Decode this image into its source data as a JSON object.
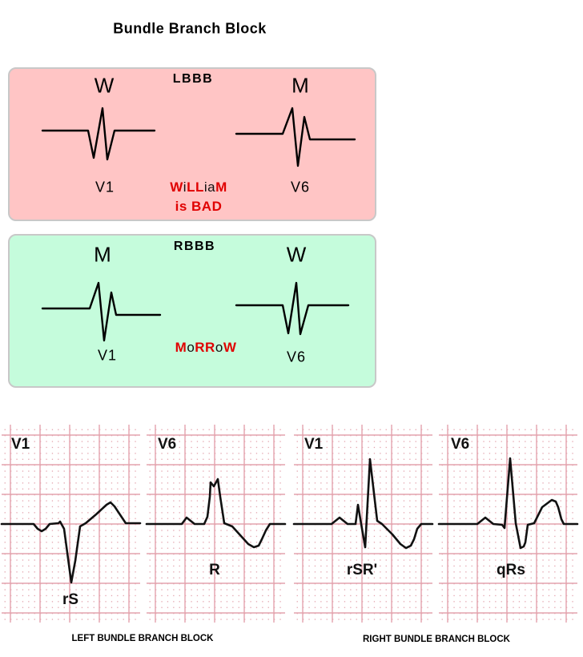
{
  "title": "Bundle Branch Block",
  "lbbb": {
    "heading": "LBBB",
    "v1_shape": "W",
    "v6_shape": "M",
    "v1_label": "V1",
    "v6_label": "V6",
    "mnemonic_line1": [
      {
        "t": "W",
        "red": true
      },
      {
        "t": "i",
        "red": false
      },
      {
        "t": "LL",
        "red": true
      },
      {
        "t": "ia",
        "red": false
      },
      {
        "t": "M",
        "red": true
      }
    ],
    "mnemonic_line2": "is BAD"
  },
  "rbbb": {
    "heading": "RBBB",
    "v1_shape": "M",
    "v6_shape": "W",
    "v1_label": "V1",
    "v6_label": "V6",
    "mnemonic": [
      {
        "t": "M",
        "red": true
      },
      {
        "t": "o",
        "red": false
      },
      {
        "t": "RR",
        "red": true
      },
      {
        "t": "o",
        "red": false
      },
      {
        "t": "W",
        "red": true
      }
    ]
  },
  "ecg": {
    "panels": [
      {
        "lead": "V1",
        "pattern": "rS"
      },
      {
        "lead": "V6",
        "pattern": "R"
      },
      {
        "lead": "V1",
        "pattern": "rSR'"
      },
      {
        "lead": "V6",
        "pattern": "qRs"
      }
    ],
    "left_caption": "LEFT BUNDLE BRANCH BLOCK",
    "right_caption": "RIGHT BUNDLE BRANCH BLOCK"
  },
  "colors": {
    "lbbb_bg": "#ffc5c5",
    "rbbb_bg": "#c5fcdc",
    "mnemonic_red": "#e00000",
    "grid": "#e3a3ad"
  }
}
